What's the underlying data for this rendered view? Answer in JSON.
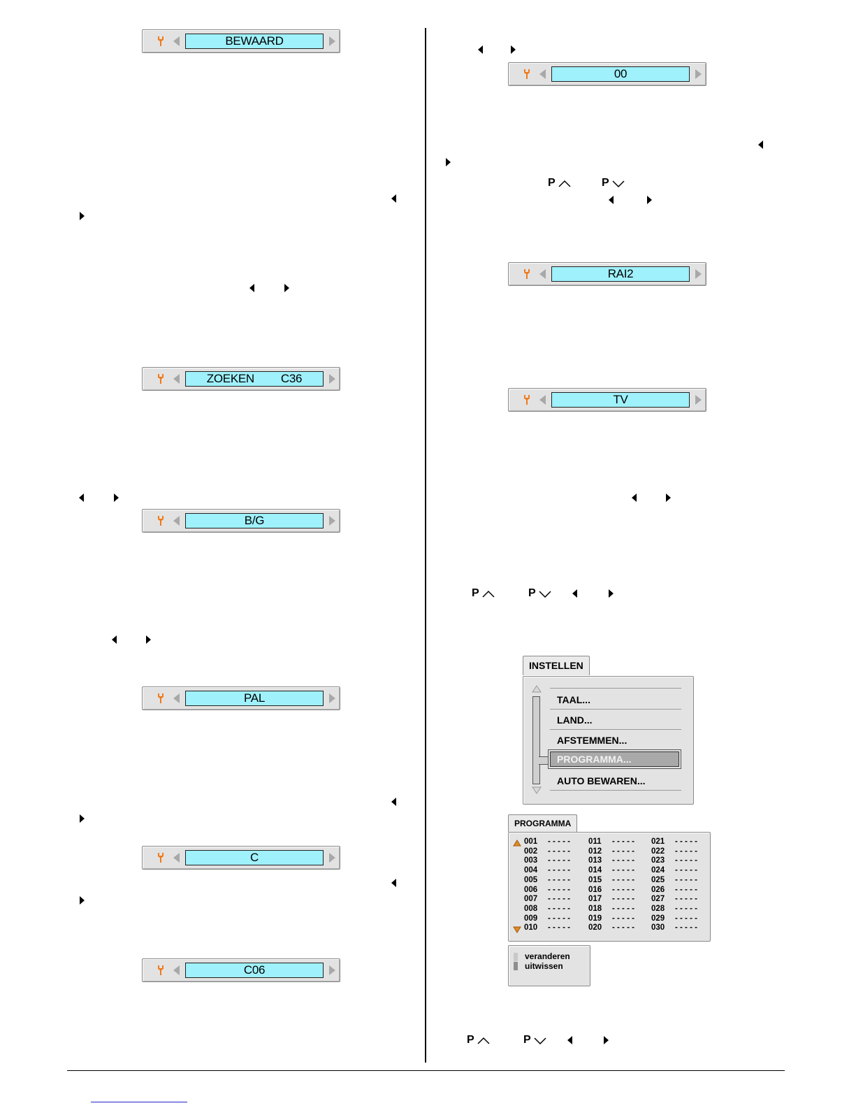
{
  "osd_bars": {
    "bewaard": "BEWAARD",
    "zoeken": "ZOEKEN",
    "zoeken_channel": "C36",
    "bg": "B/G",
    "pal": "PAL",
    "c": "C",
    "c06": "C06",
    "zero": "00",
    "rai2": "RAI2",
    "tv": "TV"
  },
  "keys": {
    "p": "P"
  },
  "instellen_menu": {
    "title": "INSTELLEN",
    "items": [
      "TAAL...",
      "LAND...",
      "AFSTEMMEN...",
      "PROGRAMMA...",
      "AUTO BEWAREN..."
    ],
    "selected_index": 3
  },
  "programma_table": {
    "title": "PROGRAMMA",
    "col1": [
      {
        "num": "001",
        "name": "- - - - -"
      },
      {
        "num": "002",
        "name": "- - - - -"
      },
      {
        "num": "003",
        "name": "- - - - -"
      },
      {
        "num": "004",
        "name": "- - - - -"
      },
      {
        "num": "005",
        "name": "- - - - -"
      },
      {
        "num": "006",
        "name": "- - - - -"
      },
      {
        "num": "007",
        "name": "- - - - -"
      },
      {
        "num": "008",
        "name": "- - - - -"
      },
      {
        "num": "009",
        "name": "- - - - -"
      },
      {
        "num": "010",
        "name": "- - - - -"
      }
    ],
    "col2": [
      {
        "num": "011",
        "name": "- - - - -"
      },
      {
        "num": "012",
        "name": "- - - - -"
      },
      {
        "num": "013",
        "name": "- - - - -"
      },
      {
        "num": "014",
        "name": "- - - - -"
      },
      {
        "num": "015",
        "name": "- - - - -"
      },
      {
        "num": "016",
        "name": "- - - - -"
      },
      {
        "num": "017",
        "name": "- - - - -"
      },
      {
        "num": "018",
        "name": "- - - - -"
      },
      {
        "num": "019",
        "name": "- - - - -"
      },
      {
        "num": "020",
        "name": "- - - - -"
      }
    ],
    "col3": [
      {
        "num": "021",
        "name": "- - - - -"
      },
      {
        "num": "022",
        "name": "- - - - -"
      },
      {
        "num": "023",
        "name": "- - - - -"
      },
      {
        "num": "024",
        "name": "- - - - -"
      },
      {
        "num": "025",
        "name": "- - - - -"
      },
      {
        "num": "026",
        "name": "- - - - -"
      },
      {
        "num": "027",
        "name": "- - - - -"
      },
      {
        "num": "028",
        "name": "- - - - -"
      },
      {
        "num": "029",
        "name": "- - - - -"
      },
      {
        "num": "030",
        "name": "- - - - -"
      }
    ]
  },
  "legend": {
    "line1": "veranderen",
    "line2": "uitwissen"
  },
  "colors": {
    "field": "#9ff1fb",
    "wrench": "#f07a1a",
    "scroll_arrow": "#e08a20"
  }
}
